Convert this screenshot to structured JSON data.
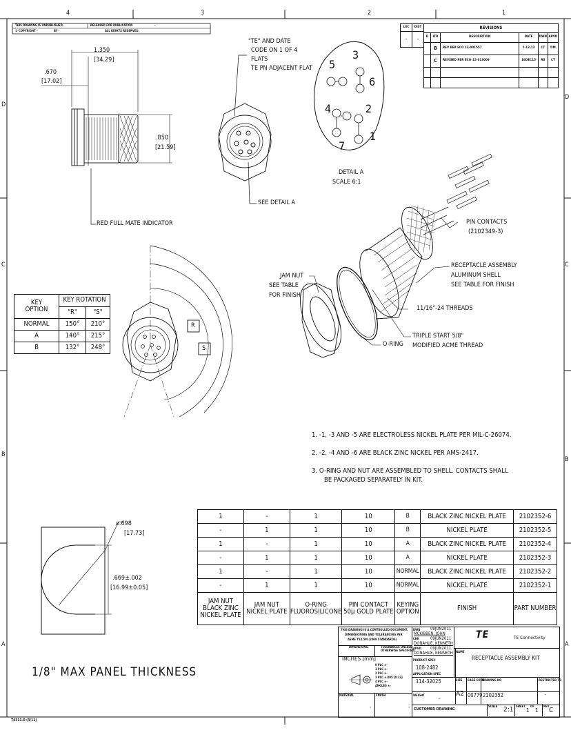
{
  "zones": {
    "top": [
      "4",
      "3",
      "2",
      "1"
    ],
    "side": [
      "D",
      "C",
      "B",
      "A"
    ]
  },
  "header_left": {
    "line1": "THIS DRAWING IS UNPUBLISHED.",
    "released": "RELEASED FOR PUBLICATION",
    "dash": "-",
    "copyright": "© COPYRIGHT -",
    "by": "BY -",
    "rights": "ALL RIGHTS RESERVED."
  },
  "revisions": {
    "loc": "LOC",
    "dist": "DIST",
    "loc_val": "-",
    "dist_val": "-",
    "title": "REVISIONS",
    "cols": [
      "P",
      "LTR",
      "DESCRIPTION",
      "DATE",
      "DWN",
      "APVD"
    ],
    "rows": [
      [
        "",
        "B",
        "REV PER ECO 13-001557",
        "2-12-13",
        "CT",
        "DM"
      ],
      [
        "",
        "C",
        "REVISED PER ECO-15-013009",
        "16DEC15",
        "RS",
        "CT"
      ]
    ]
  },
  "dims": {
    "d1350": "1.350",
    "d1350mm": "[34.29]",
    "d670": ".670",
    "d670mm": "[17.02]",
    "d850": ".850",
    "d850mm": "[21.59]",
    "d698": "⌀.698",
    "d698mm": "[17.73]",
    "d669": ".669±.002",
    "d669mm": "[16.99±0.05]"
  },
  "notes_callouts": {
    "te_date_1": "\"TE\" AND DATE",
    "te_date_2": "CODE ON 1 OF 4",
    "te_date_3": "FLATS",
    "te_date_4": "TE PN ADJACENT FLAT",
    "see_detail": "SEE DETAIL A",
    "red_full_mate": "RED FULL MATE INDICATOR",
    "detail_a": "DETAIL A",
    "scale": "SCALE  6:1",
    "pin_contacts_1": "PIN CONTACTS",
    "pin_contacts_2": "(2102349-3)",
    "receptacle_1": "RECEPTACLE ASSEMBLY",
    "receptacle_2": "ALUMINUM SHELL",
    "receptacle_3": "SEE TABLE FOR FINISH",
    "threads": "11/16\"-24 THREADS",
    "triple_1": "TRIPLE START 5/8\"",
    "triple_2": "MODIFIED ACME THREAD",
    "oring": "O-RING",
    "jam_1": "JAM NUT",
    "jam_2": "SEE TABLE",
    "jam_3": "FOR FINISH",
    "r": "R",
    "s": "S",
    "panel": "1/8\" MAX PANEL THICKNESS",
    "detail_pins": [
      "5",
      "3",
      "6",
      "4",
      "2",
      "7",
      "1"
    ]
  },
  "key_table": {
    "h1": "KEY",
    "h2": "OPTION",
    "h3": "KEY ROTATION",
    "hr": "\"R\"",
    "hs": "\"S\"",
    "rows": [
      [
        "NORMAL",
        "150°",
        "210°"
      ],
      [
        "A",
        "140°",
        "215°"
      ],
      [
        "B",
        "132°",
        "248°"
      ]
    ]
  },
  "notes": [
    "1. -1, -3 AND -5 ARE ELECTROLESS NICKEL PLATE PER MIL-C-26074.",
    "2. -2, -4 AND -6 ARE BLACK ZINC NICKEL PER AMS-2417.",
    "3. O-RING AND NUT ARE ASSEMBLED TO SHELL. CONTACTS SHALL",
    "BE PACKAGED SEPARATELY IN KIT."
  ],
  "bom": {
    "rows": [
      [
        "1",
        "-",
        "1",
        "10",
        "B",
        "BLACK ZINC NICKEL PLATE",
        "2102352-6"
      ],
      [
        "-",
        "1",
        "1",
        "10",
        "B",
        "NICKEL PLATE",
        "2102352-5"
      ],
      [
        "1",
        "-",
        "1",
        "10",
        "A",
        "BLACK ZINC NICKEL PLATE",
        "2102352-4"
      ],
      [
        "-",
        "1",
        "1",
        "10",
        "A",
        "NICKEL PLATE",
        "2102352-3"
      ],
      [
        "1",
        "-",
        "1",
        "10",
        "NORMAL",
        "BLACK ZINC NICKEL PLATE",
        "2102352-2"
      ],
      [
        "-",
        "1",
        "1",
        "10",
        "NORMAL",
        "NICKEL PLATE",
        "2102352-1"
      ]
    ],
    "header": [
      "JAM NUT\nBLACK ZINC\nNICKEL PLATE",
      "JAM NUT\nNICKEL PLATE",
      "O-RING\nFLUOROSILICONE",
      "PIN CONTACT\n50μ GOLD PLATE",
      "KEYING\nOPTION",
      "FINISH",
      "PART NUMBER"
    ]
  },
  "title_block": {
    "controlled": "THIS DRAWING IS A CONTROLLED DOCUMENT.",
    "dimensioning": "DIMENSIONING AND TOLERANCING PER",
    "asme": "ASME Y14.5M (2009 STANDARDS)",
    "dimensions": "DIMENSIONS:",
    "tol1": "TOLERANCES UNLESS",
    "tol2": "OTHERWISE SPECIFIED:",
    "units": "INCHES [mm]",
    "plc": [
      "0 PLC   ±-",
      "1 PLC   ±-",
      "2 PLC   ±-",
      "3 PLC   ±.005 [0.13]",
      "4 PLC   ±-",
      "ANGLES   ±-"
    ],
    "material": "MATERIAL",
    "finish": "FINISH",
    "mat_val": "-",
    "fin_val": "-",
    "dwn": "DWN",
    "dwn_date": "09JUN2011",
    "dwn_name": "MCKIBBEN, JOHN",
    "chk": "CHK",
    "chk_date": "09JUN2011",
    "chk_name": "DONAHUE, KENNETH",
    "appvd": "APVD",
    "appvd_date": "09JUN2011",
    "appvd_name": "DONAHUE, KENNETH",
    "product_spec": "PRODUCT SPEC",
    "prod_val": "108-2482",
    "app_spec": "APPLICATION SPEC",
    "app_val": "114-32025",
    "weight": "WEIGHT",
    "weight_val": "-",
    "company": "TE Connectivity",
    "logo": "TE",
    "name": "NAME",
    "title": "RECEPTACLE ASSEMBLY KIT",
    "size": "SIZE",
    "cage": "CAGE CODE",
    "dwg_no": "DRAWING NO",
    "restricted": "RESTRICTED TO",
    "size_val": "A2",
    "cage_val": "00779",
    "dwg_val": "2102352",
    "restricted_val": "-",
    "customer": "CUSTOMER DRAWING",
    "scale_l": "SCALE",
    "scale_v": "2:1",
    "sheet_l": "SHEET",
    "sheet_v": "1",
    "of_l": "OF",
    "of_v": "1",
    "rev_l": "REV",
    "rev_v": "C"
  },
  "form_id": "T4311-0 (3/11)"
}
